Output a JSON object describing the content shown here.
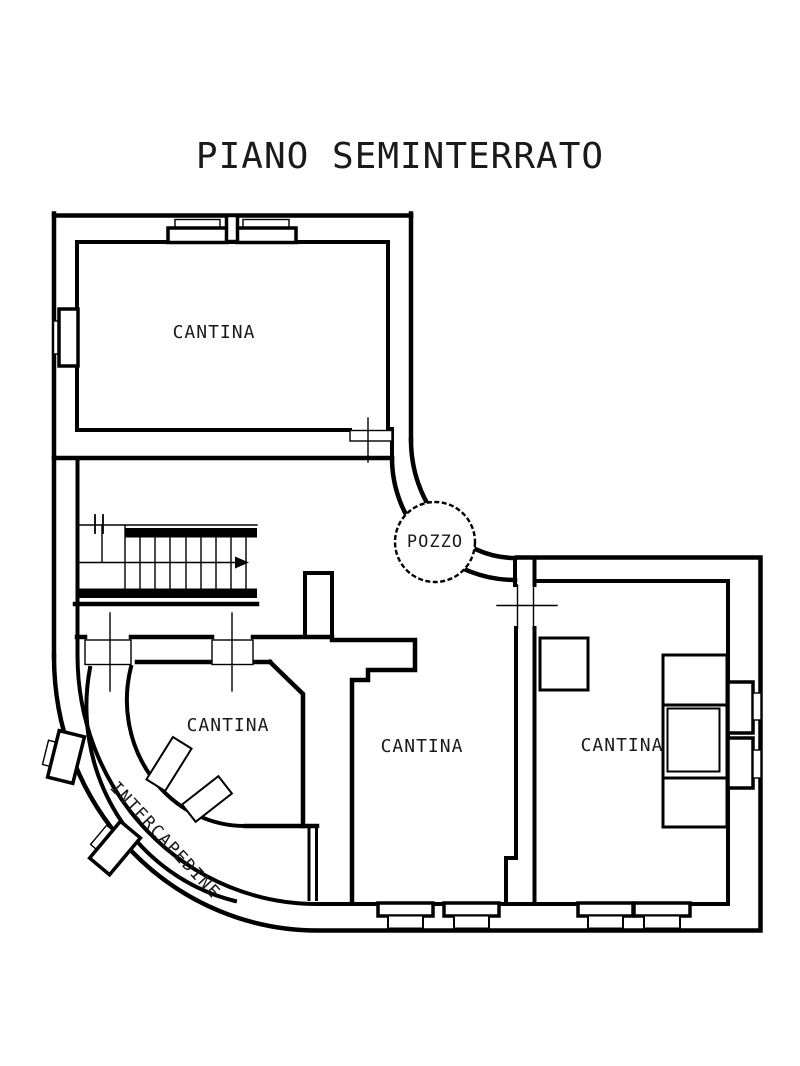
{
  "title": "PIANO SEMINTERRATO",
  "rooms": [
    {
      "name": "cantina-north-west",
      "label": "CANTINA"
    },
    {
      "name": "cantina-south-west",
      "label": "CANTINA"
    },
    {
      "name": "cantina-center",
      "label": "CANTINA"
    },
    {
      "name": "cantina-south-east",
      "label": "CANTINA"
    }
  ],
  "features": {
    "well": {
      "label": "POZZO"
    },
    "cavity": {
      "label": "INTERCAPEDINE"
    }
  },
  "icons": {
    "stairs_direction": "right-arrow"
  },
  "colors": {
    "line": "#000000",
    "paper": "#ffffff",
    "text": "#1a1a1a"
  }
}
